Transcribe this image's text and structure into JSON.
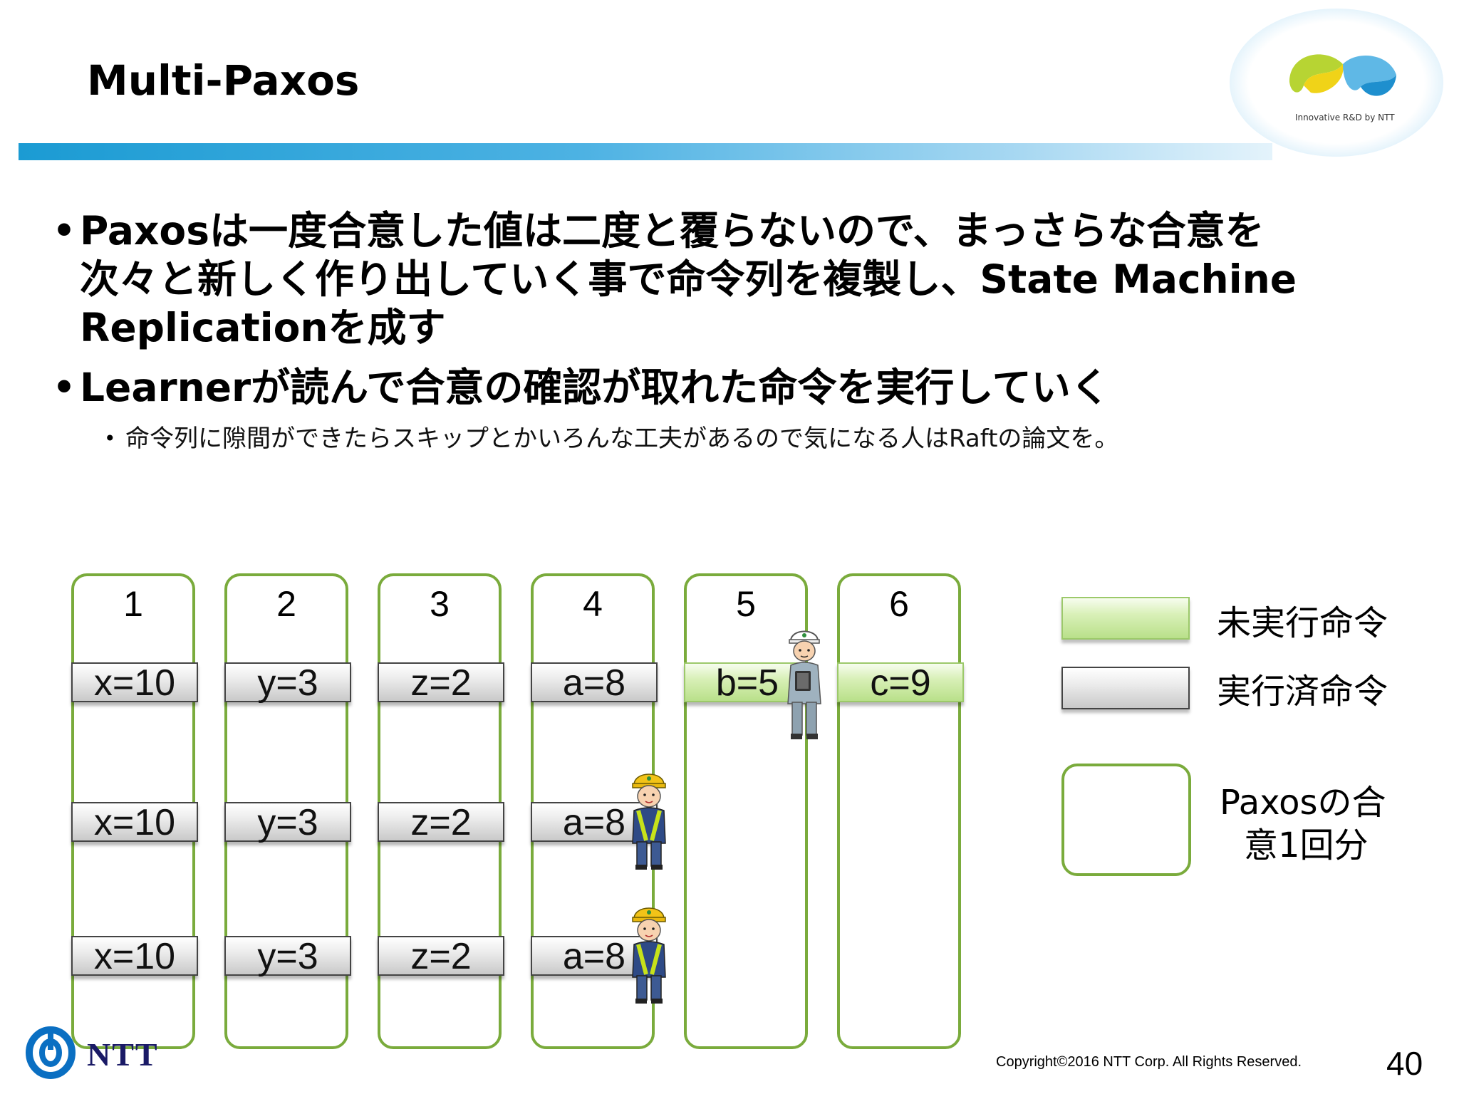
{
  "slide": {
    "title": "Multi-Paxos",
    "logo_caption": "Innovative R&D by NTT",
    "bullets": [
      {
        "lines": [
          "Paxosは一度合意した値は二度と覆らないので、まっさらな合意を",
          "次々と新しく作り出していく事で命令列を複製し、State Machine",
          "Replicationを成す"
        ]
      },
      {
        "lines": [
          "Learnerが読んで合意の確認が取れた命令を実行していく"
        ]
      }
    ],
    "sub_bullet": "命令列に隙間ができたらスキップとかいろんな工夫があるので気になる人はRaftの論文を。",
    "bullet_char": "•"
  },
  "diagram": {
    "slots": [
      {
        "number": "1",
        "row1": "x=10",
        "row2": "x=10",
        "row3": "x=10"
      },
      {
        "number": "2",
        "row1": "y=3",
        "row2": "y=3",
        "row3": "y=3"
      },
      {
        "number": "3",
        "row1": "z=2",
        "row2": "z=2",
        "row3": "z=2"
      },
      {
        "number": "4",
        "row1": "a=8",
        "row2": "a=8",
        "row3": "a=8"
      },
      {
        "number": "5",
        "row1": "b=5"
      },
      {
        "number": "6",
        "row1": "c=9"
      }
    ],
    "status": {
      "executed": [
        "1",
        "2",
        "3",
        "4"
      ],
      "pending": [
        "5",
        "6"
      ]
    }
  },
  "legend": {
    "pending_label": "未実行命令",
    "executed_label": "実行済命令",
    "paxos_label_line1": "Paxosの合",
    "paxos_label_line2": "意1回分"
  },
  "footer": {
    "copyright": "Copyright©2016  NTT Corp. All Rights Reserved.",
    "page_number": "40",
    "company": "NTT"
  },
  "colors": {
    "slot_border": "#7aab3c",
    "pending_fill": "#c8e89f",
    "executed_fill": "#d6d6d6",
    "header_bar": "#1b9bd3",
    "ntt_logo": "#0a6fc2"
  },
  "icons": [
    "ntt-logo-icon",
    "rd-logo-icon",
    "supervisor-person-icon",
    "worker-person-icon"
  ]
}
